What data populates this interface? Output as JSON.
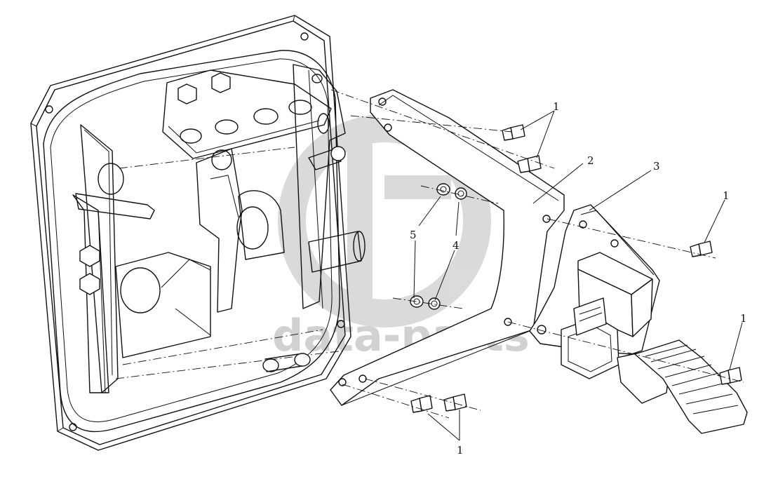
{
  "callouts": [
    {
      "id": "c1a",
      "label": "1"
    },
    {
      "id": "c1b",
      "label": "1"
    },
    {
      "id": "c1c",
      "label": "1"
    },
    {
      "id": "c1d",
      "label": "1"
    },
    {
      "id": "c2",
      "label": "2"
    },
    {
      "id": "c3",
      "label": "3"
    },
    {
      "id": "c4",
      "label": "4"
    },
    {
      "id": "c5",
      "label": "5"
    }
  ],
  "watermark": {
    "text": "data-parts",
    "color": "#c9c9c9"
  }
}
